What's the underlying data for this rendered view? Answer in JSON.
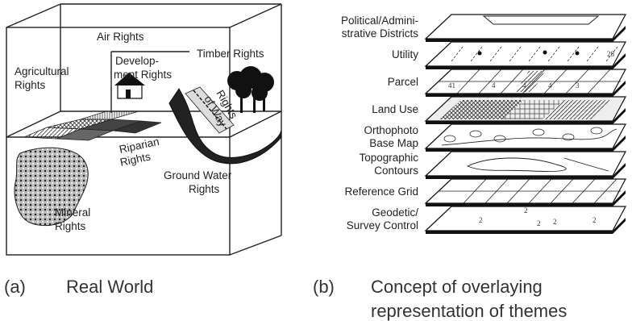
{
  "panel_a": {
    "labels": {
      "air_rights": "Air Rights",
      "agricultural_1": "Agricultural",
      "agricultural_2": "Rights",
      "development_1": "Develop-",
      "development_2": "ment Rights",
      "timber_rights": "Timber Rights",
      "rights_of_way_1": "Rights",
      "rights_of_way_2": "of Way",
      "riparian_1": "Riparian",
      "riparian_2": "Rights",
      "ground_water_1": "Ground Water",
      "ground_water_2": "Rights",
      "mineral_1": "Mineral",
      "mineral_2": "Rights"
    },
    "caption_letter": "(a)",
    "caption_text": "Real World"
  },
  "panel_b": {
    "layers": [
      {
        "line1": "Political/Admini-",
        "line2": "strative Districts"
      },
      {
        "line1": "Utility",
        "line2": ""
      },
      {
        "line1": "Parcel",
        "line2": ""
      },
      {
        "line1": "Land Use",
        "line2": ""
      },
      {
        "line1": "Orthophoto",
        "line2": "Base Map"
      },
      {
        "line1": "Topographic",
        "line2": "Contours"
      },
      {
        "line1": "Reference Grid",
        "line2": ""
      },
      {
        "line1": "Geodetic/",
        "line2": "Survey Control"
      }
    ],
    "parcel_numbers": [
      "41",
      "4",
      "4",
      "4",
      "3"
    ],
    "utility_number": "28",
    "control_marks": [
      "2",
      "2",
      "2",
      "2",
      "2"
    ],
    "caption_letter": "(b)",
    "caption_line1": "Concept of overlaying",
    "caption_line2": "representation of themes"
  }
}
